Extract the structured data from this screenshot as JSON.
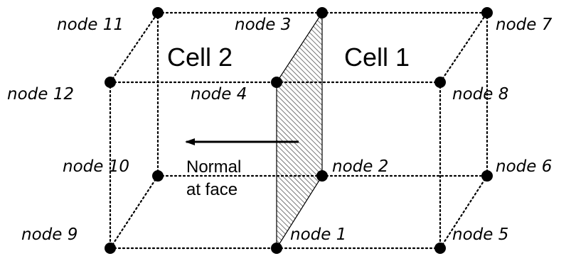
{
  "cells": [
    "Cell 2",
    "Cell 1"
  ],
  "nodes": [
    "node 1",
    "node 2",
    "node 3",
    "node 4",
    "node 5",
    "node 6",
    "node 7",
    "node 8",
    "node 9",
    "node 10",
    "node 11",
    "node 12"
  ],
  "normal_label": [
    "Normal",
    "at face"
  ],
  "colors": {
    "ink": "#000000",
    "hatch": "#555555",
    "background": "#ffffff"
  }
}
